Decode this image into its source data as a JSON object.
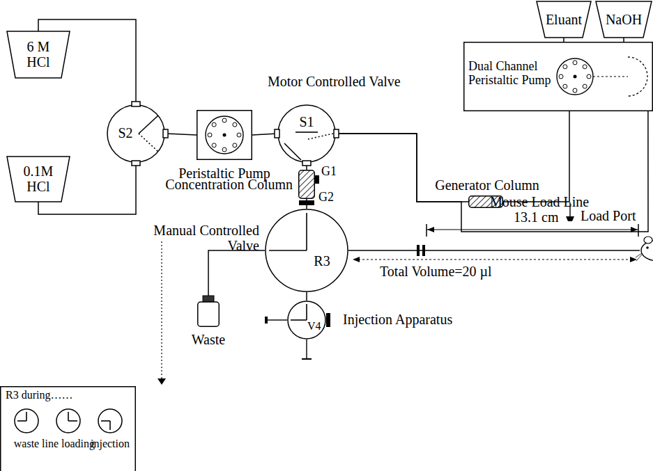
{
  "diagram": {
    "nodes": [
      {
        "text": [
          "6 M HCl"
        ]
      },
      {
        "text": [
          "0.1M HCl"
        ]
      },
      {
        "text": [
          "S2"
        ]
      },
      {
        "text": [
          "Peristaltic Pump"
        ]
      },
      {
        "text": [
          "Motor Controlled Valve",
          "S1"
        ]
      },
      {
        "text": [
          "Eluant"
        ]
      },
      {
        "text": [
          "NaOH"
        ]
      },
      {
        "text": [
          "Dual Channel Peristaltic Pump"
        ]
      },
      {
        "text": [
          "Generator Column"
        ]
      },
      {
        "text": [
          "Concentration Column"
        ]
      },
      {
        "text": [
          "Manual Controlled Valve",
          "R3"
        ]
      },
      {
        "text": [
          "Waste"
        ]
      },
      {
        "text": [
          "V4",
          "Injection Apparatus"
        ]
      },
      {
        "text": [
          "R3 during……"
        ]
      },
      {
        "text": [
          "waste"
        ],
        "in": 13
      },
      {
        "text": [
          "line loading"
        ],
        "in": 13
      },
      {
        "text": [
          "injection"
        ],
        "in": 13
      }
    ],
    "edges": [
      {
        "from": 0,
        "to": 2,
        "arrow": "none"
      },
      {
        "from": 1,
        "to": 2,
        "arrow": "none"
      },
      {
        "from": 2,
        "to": 3,
        "arrow": "none"
      },
      {
        "from": 3,
        "to": 4,
        "arrow": "none"
      },
      {
        "from": 4,
        "to": 8,
        "arrow": "none"
      },
      {
        "from": 4,
        "to": 9,
        "arrow": "none"
      },
      {
        "from": 9,
        "to": 10,
        "arrow": "none"
      },
      {
        "from": 10,
        "to": 11,
        "arrow": "none"
      },
      {
        "from": 10,
        "to": 12,
        "arrow": "none"
      },
      {
        "from": 5,
        "to": 7,
        "arrow": "none"
      },
      {
        "from": 6,
        "to": 7,
        "arrow": "none"
      },
      {
        "from": 7,
        "to": 8,
        "arrow": "none"
      },
      {
        "from": 7,
        "to": 4,
        "arrow": "none"
      }
    ],
    "labels": [
      "G1",
      "G2",
      "Mouse Load Line",
      "13.1 cm",
      "Total Volume=20 µl",
      "Load Port"
    ]
  }
}
